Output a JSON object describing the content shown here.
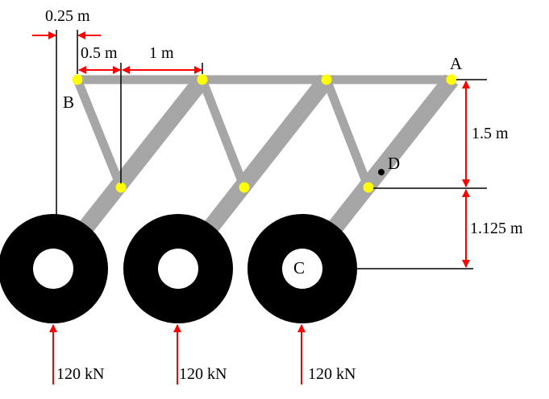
{
  "colors": {
    "member_thin": "#a6a6a6",
    "member_thick": "#a6a6a6",
    "joint": "#ffff00",
    "wheel": "#000000",
    "arrow": "#ff0000",
    "line": "#000000"
  },
  "dimensions": {
    "offset_025": "0.25 m",
    "offset_05": "0.5 m",
    "span_1": "1 m",
    "height_15": "1.5 m",
    "height_1125": "1.125 m"
  },
  "points": {
    "A": "A",
    "B": "B",
    "C": "C",
    "D": "D"
  },
  "loads": [
    {
      "label": "120 kN"
    },
    {
      "label": "120 kN"
    },
    {
      "label": "120 kN"
    }
  ]
}
